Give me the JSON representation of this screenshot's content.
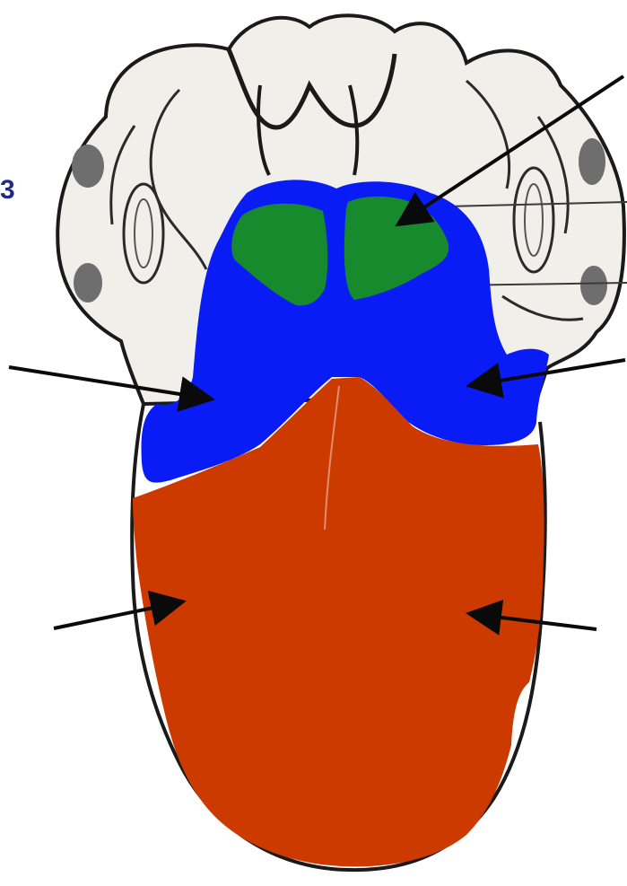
{
  "diagram": {
    "label_number": "3",
    "colors": {
      "background": "#ffffff",
      "outline": "#1a1a1a",
      "sketch_fill": "#f1efea",
      "sketch_shadow": "#6e6e6e",
      "root_region": "#0a1cf5",
      "tonsil_region": "#178a2e",
      "body_region": "#cc3a00",
      "arrow": "#0a0a0a",
      "label_text": "#1f2a8a"
    },
    "regions": [
      {
        "name": "root",
        "color_key": "root_region"
      },
      {
        "name": "tonsils",
        "color_key": "tonsil_region"
      },
      {
        "name": "body",
        "color_key": "body_region"
      }
    ],
    "arrows": [
      {
        "name": "arrow-top-right"
      },
      {
        "name": "arrow-mid-left"
      },
      {
        "name": "arrow-mid-right"
      },
      {
        "name": "arrow-low-left"
      },
      {
        "name": "arrow-low-right"
      }
    ]
  }
}
